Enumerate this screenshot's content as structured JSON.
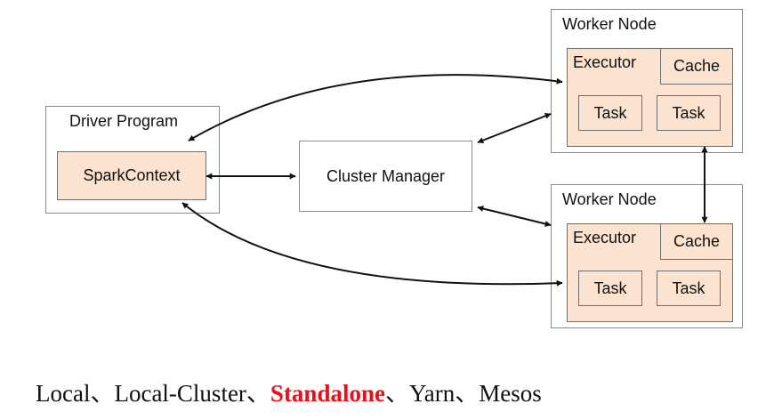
{
  "driver": {
    "title": "Driver Program",
    "context": "SparkContext"
  },
  "cluster_manager": {
    "label": "Cluster Manager"
  },
  "workers": [
    {
      "title": "Worker Node",
      "executor": "Executor",
      "cache": "Cache",
      "tasks": [
        "Task",
        "Task"
      ]
    },
    {
      "title": "Worker Node",
      "executor": "Executor",
      "cache": "Cache",
      "tasks": [
        "Task",
        "Task"
      ]
    }
  ],
  "deploy_modes": {
    "items": [
      {
        "text": "Local"
      },
      {
        "text": "Local-Cluster"
      },
      {
        "text": "Standalone",
        "highlight": true
      },
      {
        "text": "Yarn"
      },
      {
        "text": "Mesos"
      }
    ],
    "separator": "、",
    "highlight_color": "#e8101a"
  }
}
